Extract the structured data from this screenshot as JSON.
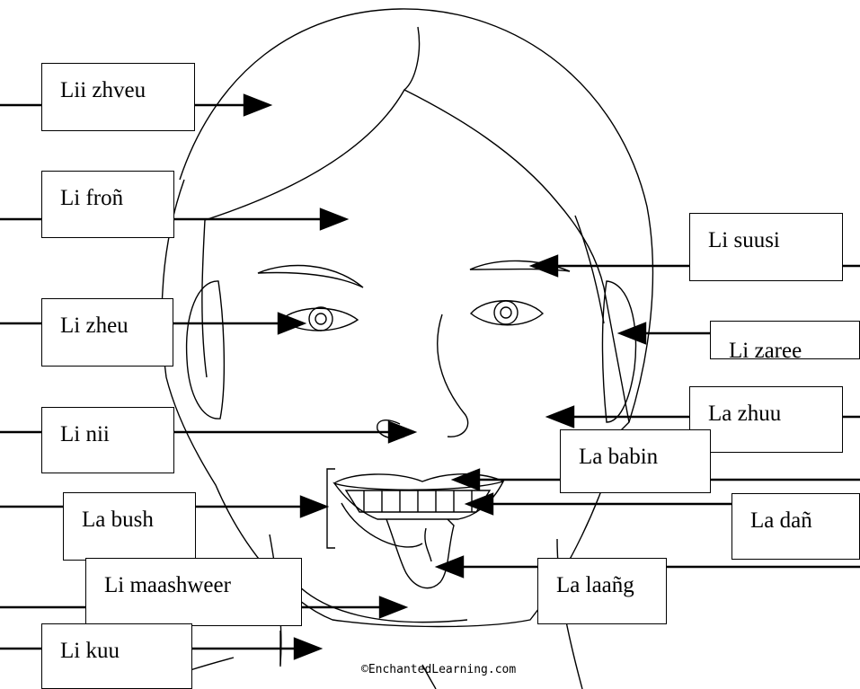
{
  "labels": {
    "hair": "Lii zhveu",
    "forehead": "Li froñ",
    "eye": "Li zheu",
    "nose": "Li nii",
    "mouth": "La bush",
    "chin": "Li maashweer",
    "neck": "Li kuu",
    "eyebrow": "Li suusi",
    "ear": "Li zaree",
    "cheek": "La zhuu",
    "lip": "La babin",
    "teeth": "La dañ",
    "tongue": "La laañg"
  },
  "credit": "©EnchantedLearning.com"
}
